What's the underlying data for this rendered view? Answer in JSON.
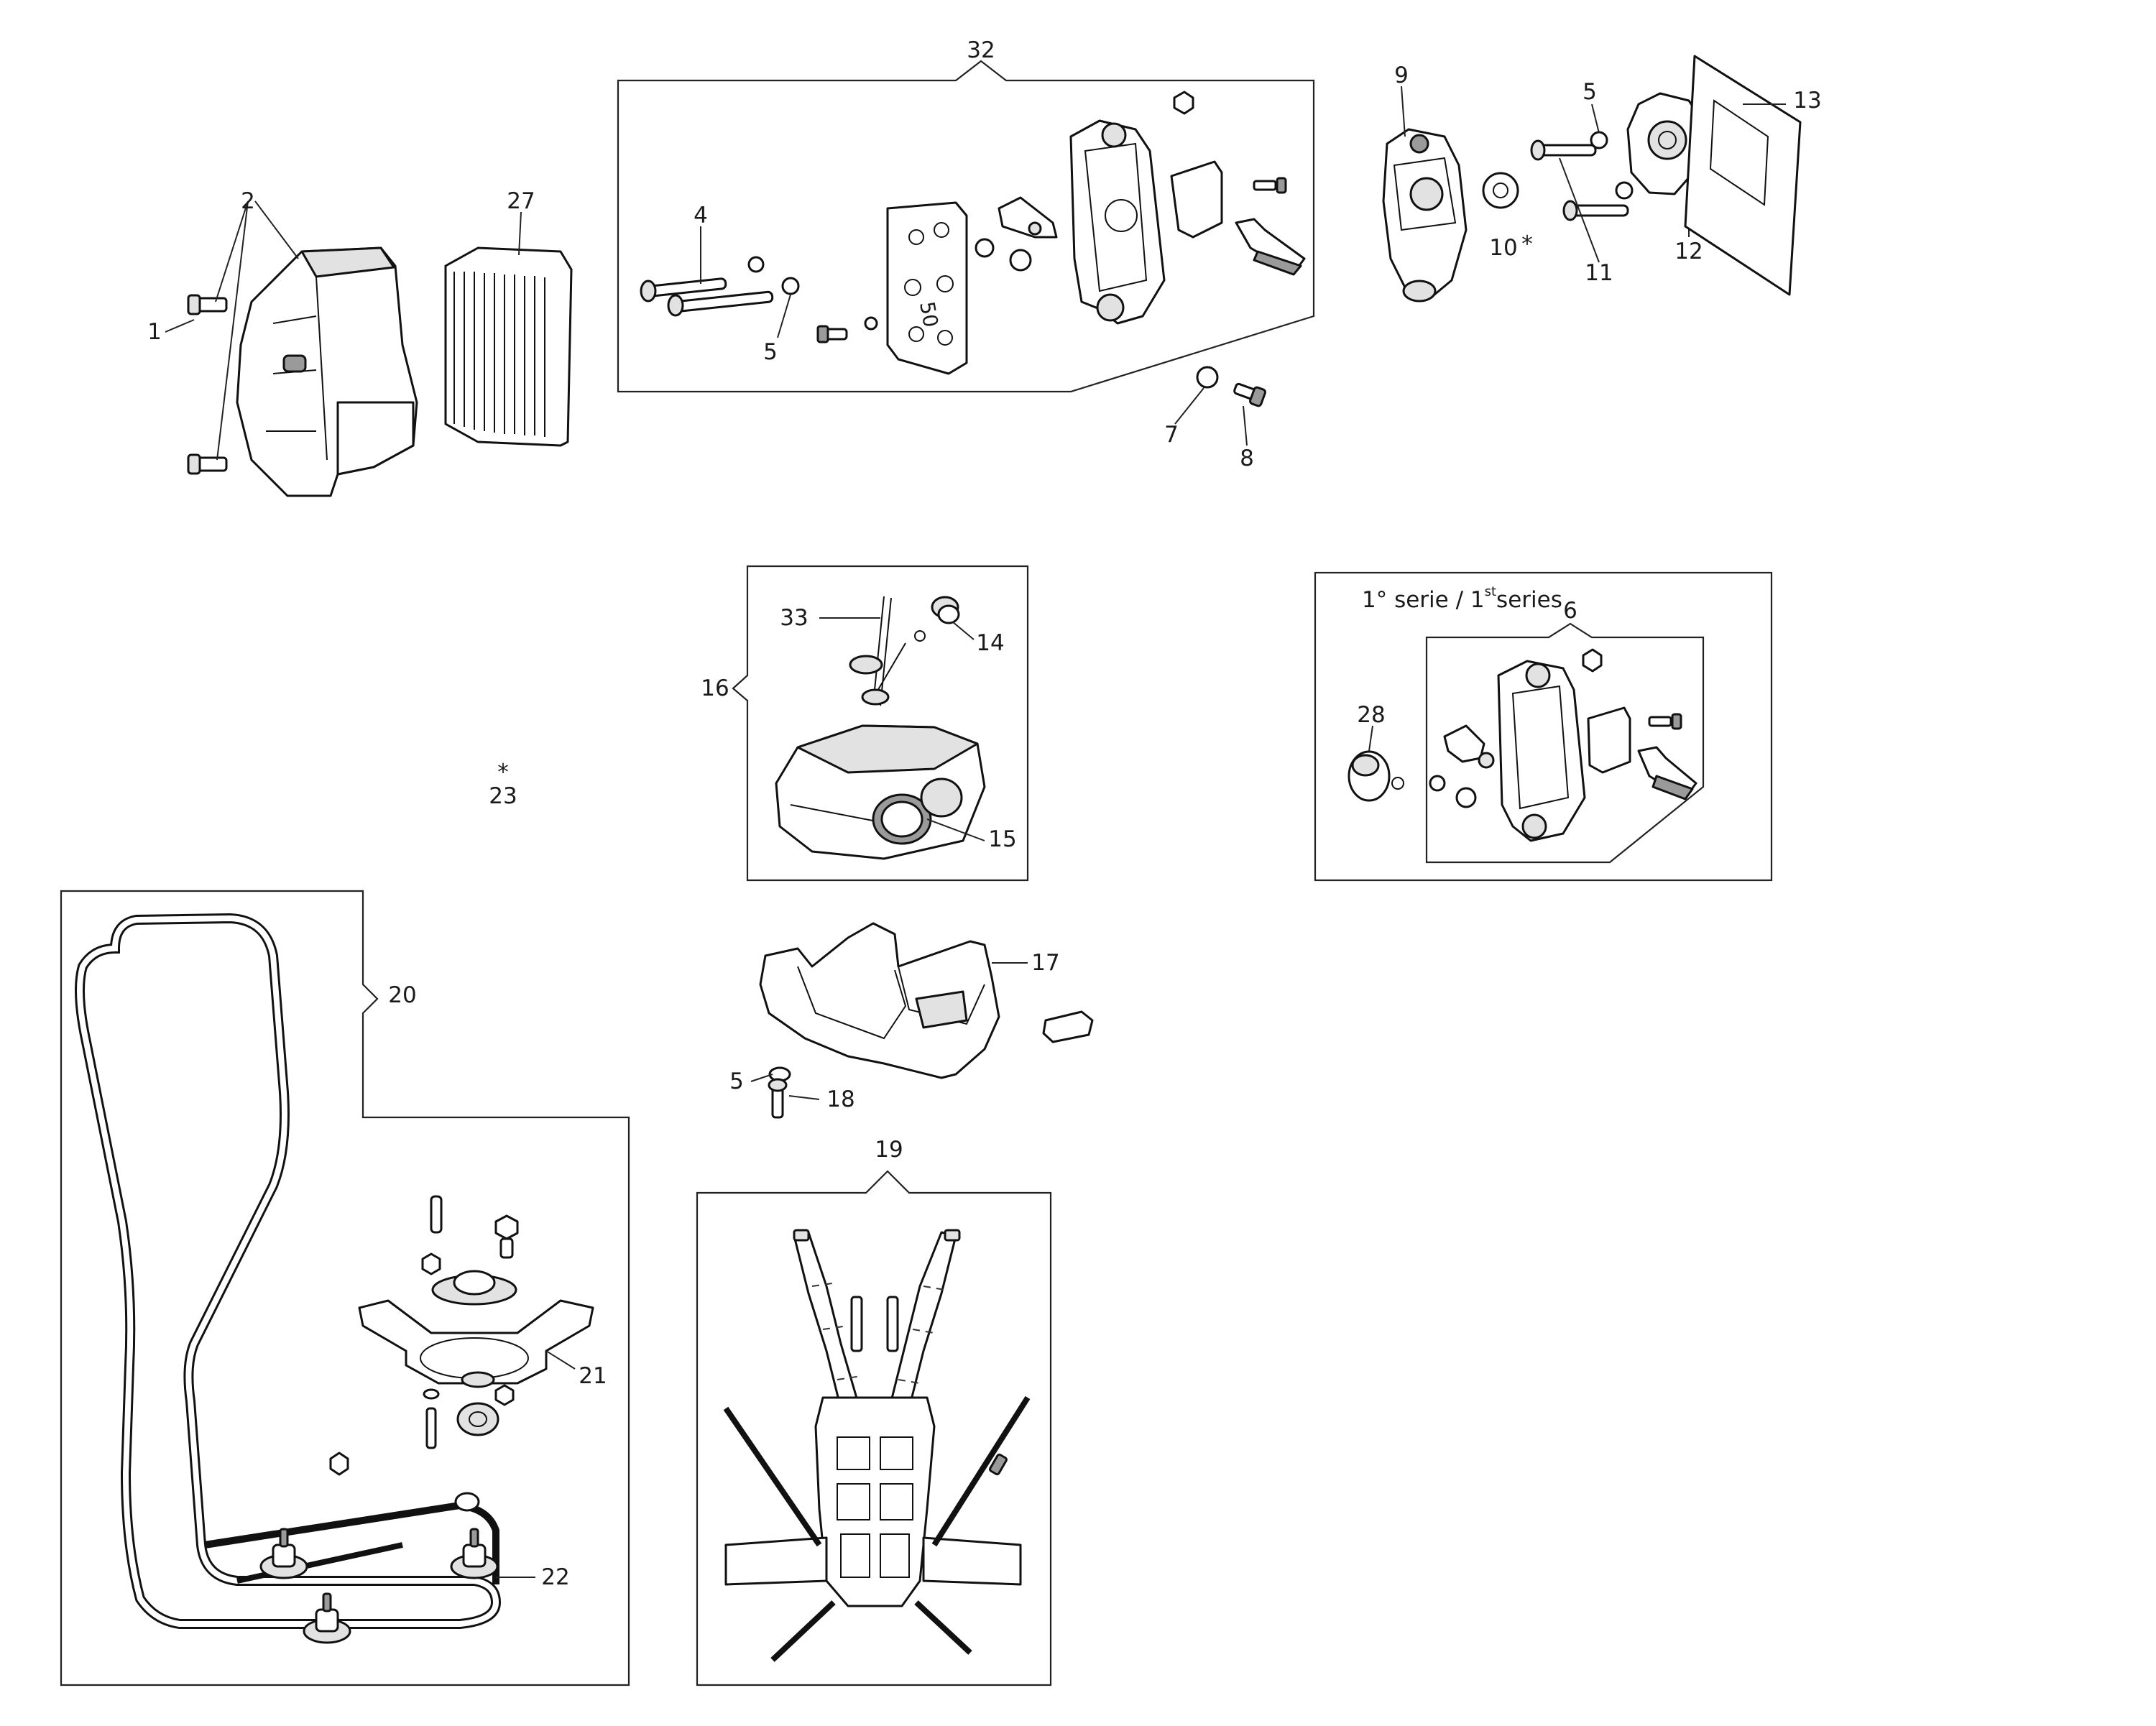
{
  "labels": {
    "p1": "1",
    "p2": "2",
    "p27": "27",
    "p32": "32",
    "p4": "4",
    "p5a": "5",
    "p7": "7",
    "p8": "8",
    "p9": "9",
    "p10": "10",
    "p5b": "5",
    "p11": "11",
    "p12": "12",
    "p13": "13",
    "p33": "33",
    "p14": "14",
    "p16": "16",
    "p15": "15",
    "p23": "23",
    "p6": "6",
    "p28": "28",
    "p17": "17",
    "p5c": "5",
    "p18": "18",
    "p20": "20",
    "p21": "21",
    "p22": "22",
    "p19": "19"
  },
  "marks": {
    "asterisk": "*"
  },
  "series_note": {
    "pre": "1° serie / 1",
    "sup": "st",
    "post": "series"
  },
  "plate_stamp": "50",
  "colors": {
    "line": "#111111",
    "fill": "#ffffff",
    "shade": "#e2e2e2"
  }
}
